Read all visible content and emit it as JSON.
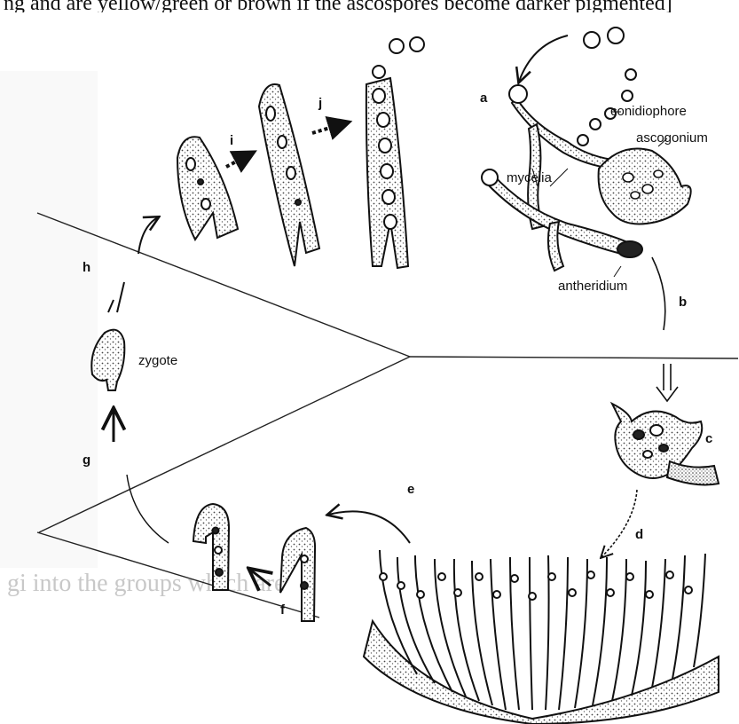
{
  "caption_top": "ng and are yellow/green or brown if the ascospores become darker pigmented]",
  "bleed_text": "gi into the groups which are",
  "labels": {
    "conidiophore": "conidiophore",
    "ascogonium": "ascogonium",
    "mycelia": "mycelia",
    "antheridium": "antheridium",
    "zygote": "zygote"
  },
  "steps": [
    "a",
    "b",
    "c",
    "d",
    "e",
    "f",
    "g",
    "h",
    "i",
    "j"
  ],
  "colors": {
    "ink": "#141414",
    "stipple": "#555555",
    "page": "#ffffff",
    "shadow": "#f3f3f3"
  }
}
